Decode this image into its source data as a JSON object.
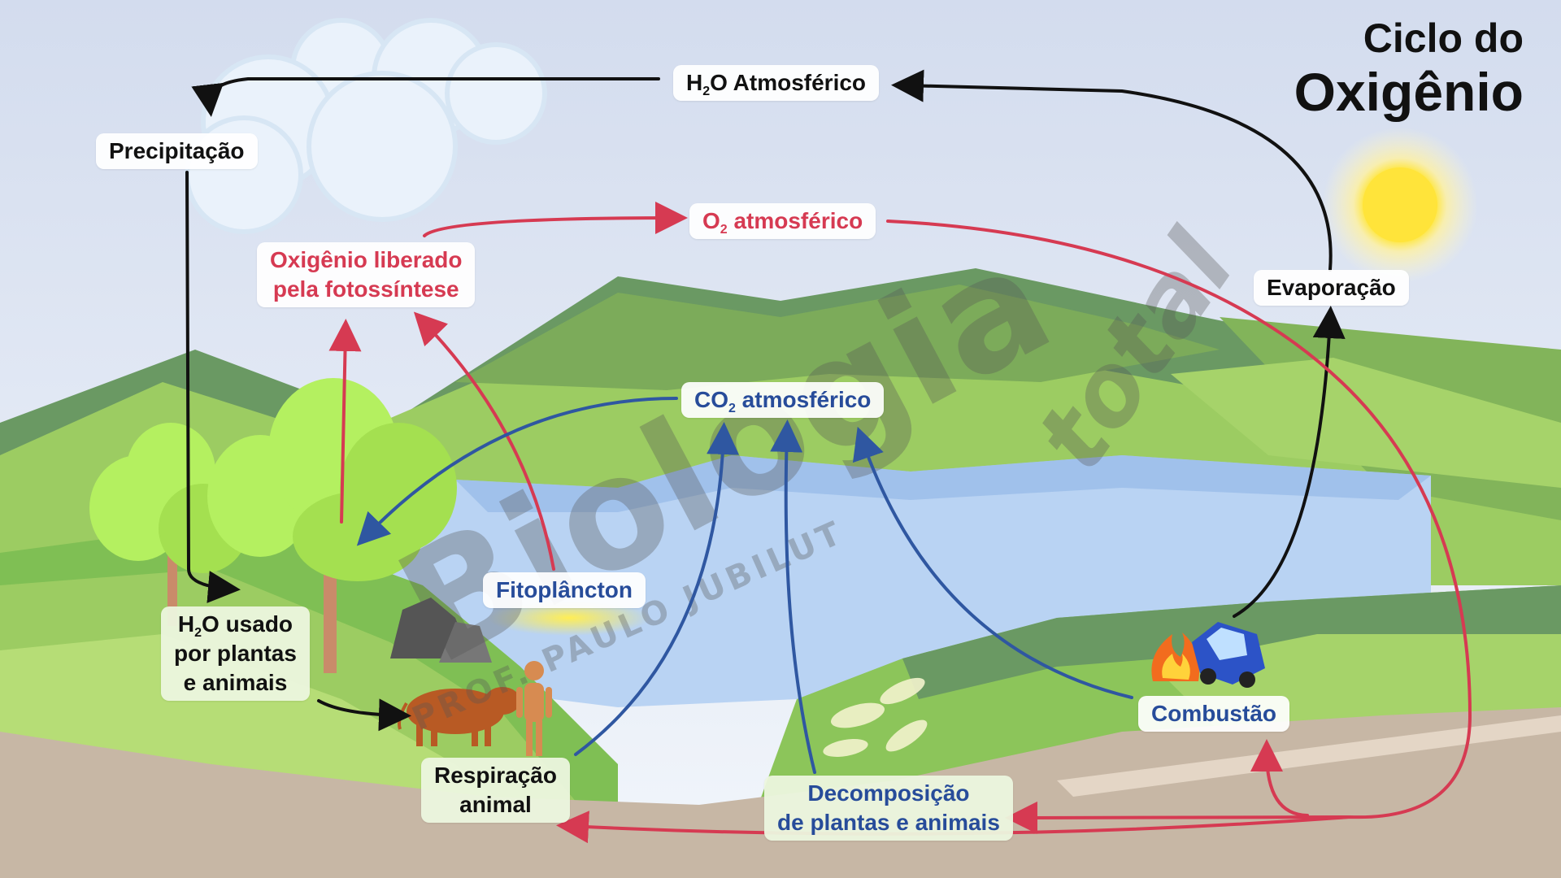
{
  "title": {
    "line1": "Ciclo do",
    "line2": "Oxigênio"
  },
  "labels": {
    "h2o_atmospheric": {
      "pre": "H",
      "sub": "2",
      "post": "O Atmosférico"
    },
    "precipitation": "Precipitação",
    "evaporation": "Evaporação",
    "o2_atmospheric": {
      "pre": "O",
      "sub": "2",
      "post": " atmosférico"
    },
    "oxygen_released": {
      "line1": "Oxigênio liberado",
      "line2": "pela fotossíntese"
    },
    "co2_atmospheric": {
      "pre": "CO",
      "sub": "2",
      "post": " atmosférico"
    },
    "phytoplankton": "Fitoplâncton",
    "h2o_used": {
      "pre": "H",
      "sub": "2",
      "post": "O usado",
      "line2": "por plantas",
      "line3": "e animais"
    },
    "animal_respiration": {
      "line1": "Respiração",
      "line2": "animal"
    },
    "combustion": "Combustão",
    "decomposition": {
      "line1": "Decomposição",
      "line2": "de plantas e animais"
    }
  },
  "watermark": {
    "brand": "Biologia",
    "brand_sub": "total",
    "author": "PROF. PAULO JUBILUT"
  },
  "colors": {
    "water_cycle_arrow": "#111111",
    "oxygen_arrow": "#d63a52",
    "co2_arrow": "#2f57a1",
    "sky_top": "#d4def0",
    "mountain_dark": "#6a9963",
    "mountain_light": "#9ccc62",
    "lake": "#b9d3f3",
    "ground": "#c7b7a5",
    "sun": "#ffe13a"
  }
}
